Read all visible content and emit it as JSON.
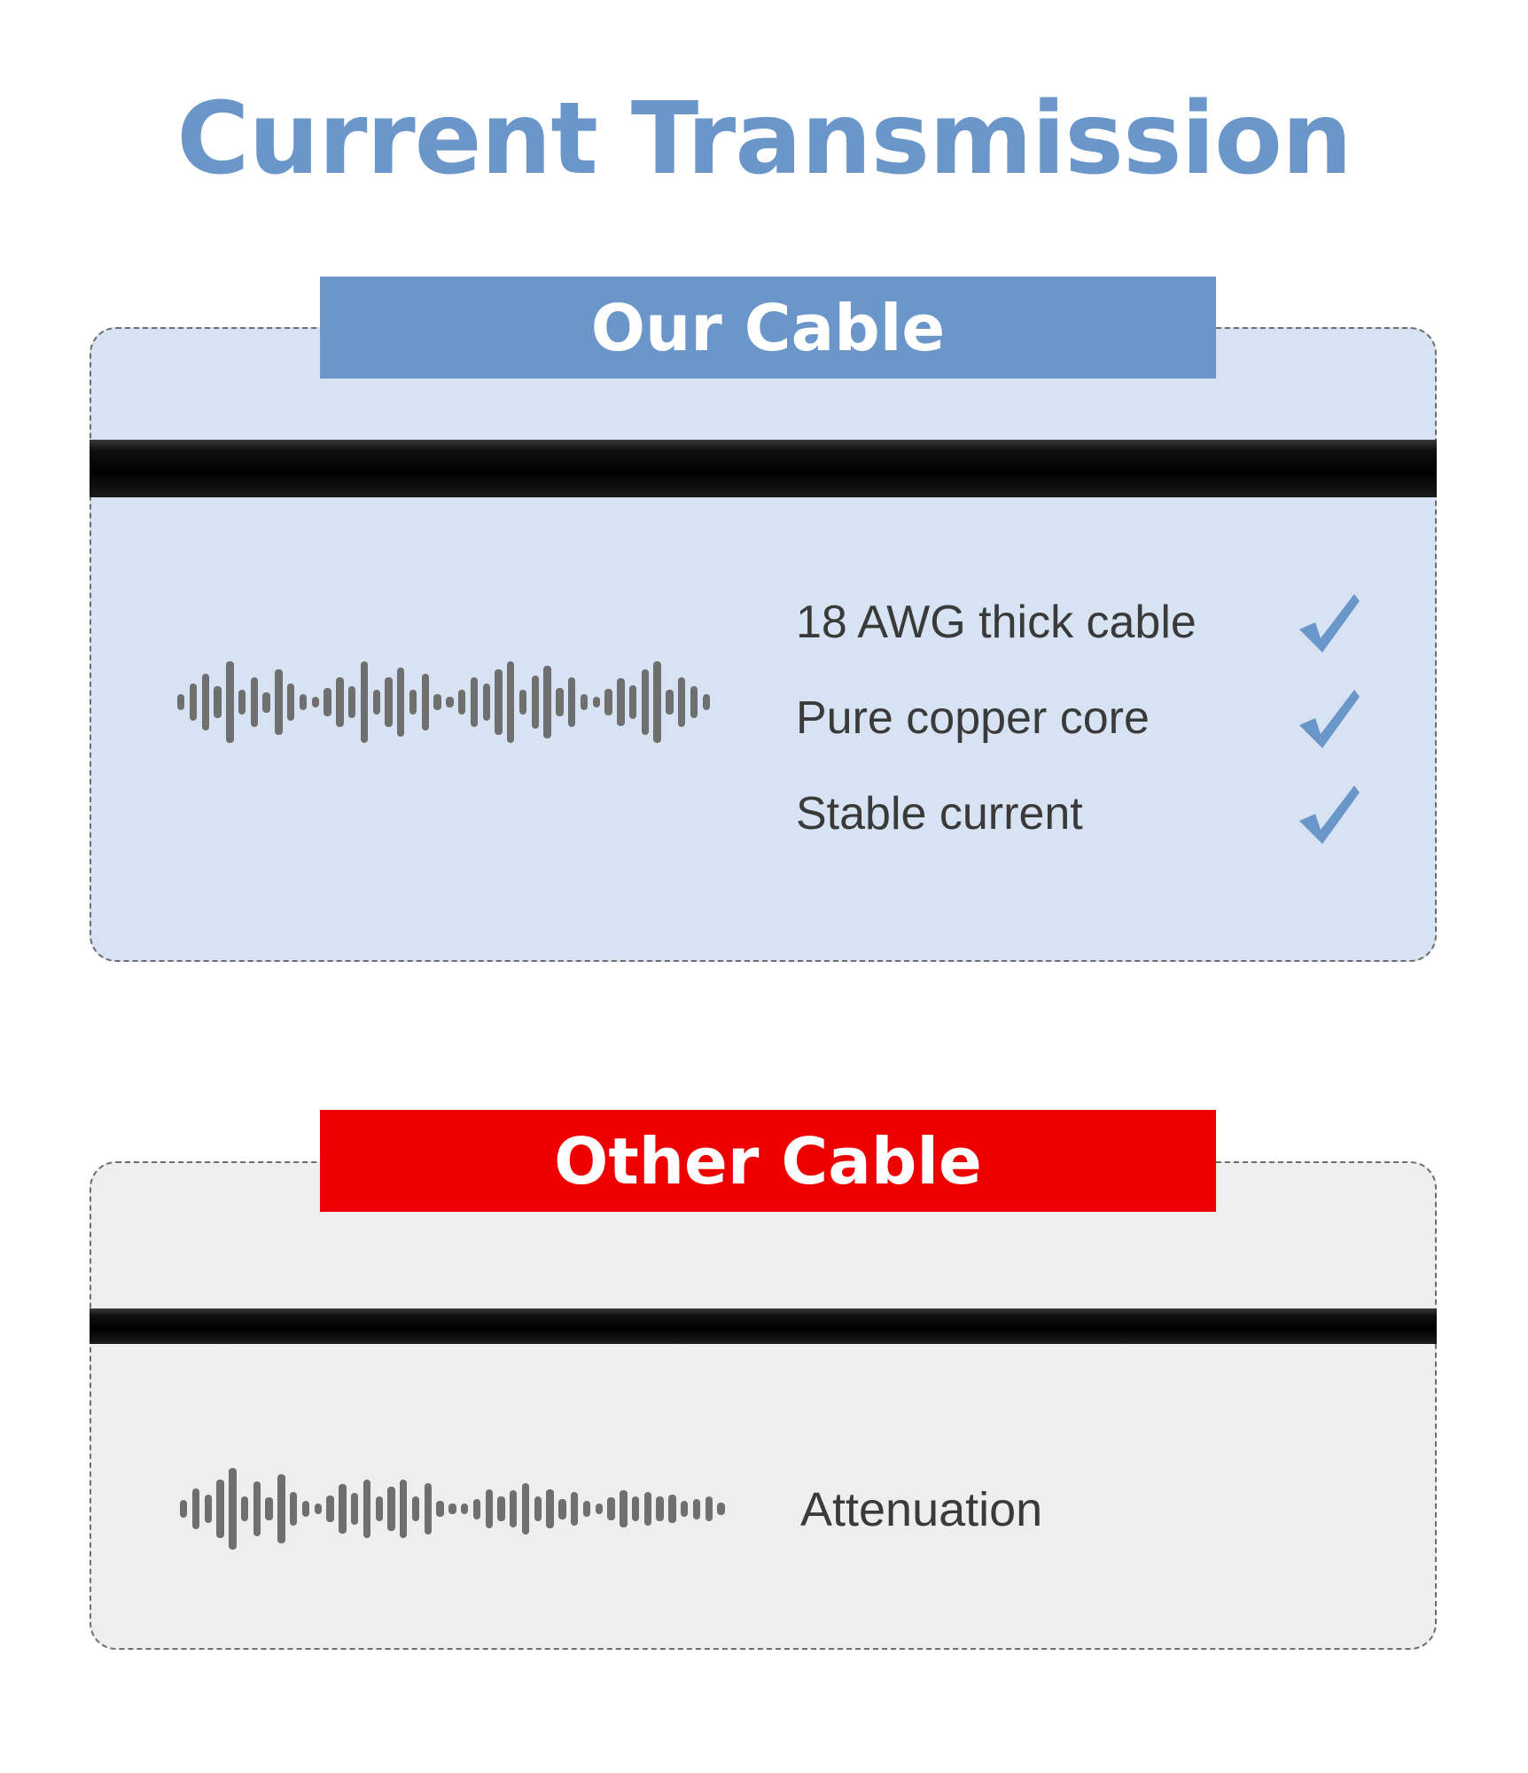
{
  "title": "Current Transmission",
  "colors": {
    "accent_blue": "#6b96c9",
    "accent_red": "#ee0000",
    "panel_blue": "#d7e3f2",
    "panel_grey": "#eeeeee",
    "wave_grey": "#6f6f6f"
  },
  "our_cable": {
    "tab_label": "Our Cable",
    "features": [
      {
        "label": "18 AWG thick cable",
        "icon": "check-icon"
      },
      {
        "label": "Pure copper core",
        "icon": "check-icon"
      },
      {
        "label": "Stable current",
        "icon": "check-icon"
      }
    ],
    "waveform_levels": [
      0.2,
      0.45,
      0.7,
      0.4,
      1,
      0.3,
      0.6,
      0.25,
      0.8,
      0.45,
      0.2,
      0.12,
      0.35,
      0.6,
      0.4,
      1,
      0.3,
      0.6,
      0.85,
      0.3,
      0.7,
      0.2,
      0.12,
      0.3,
      0.6,
      0.45,
      0.8,
      1,
      0.3,
      0.65,
      0.9,
      0.35,
      0.6,
      0.2,
      0.12,
      0.32,
      0.58,
      0.42,
      0.8,
      1,
      0.3,
      0.6,
      0.4,
      0.2
    ]
  },
  "other_cable": {
    "tab_label": "Other Cable",
    "status_label": "Attenuation",
    "waveform_levels": [
      0.22,
      0.5,
      0.35,
      0.72,
      1,
      0.3,
      0.68,
      0.28,
      0.85,
      0.42,
      0.2,
      0.12,
      0.32,
      0.6,
      0.4,
      0.72,
      0.3,
      0.55,
      0.72,
      0.3,
      0.62,
      0.2,
      0.14,
      0.12,
      0.25,
      0.48,
      0.3,
      0.45,
      0.62,
      0.3,
      0.48,
      0.25,
      0.42,
      0.2,
      0.12,
      0.28,
      0.45,
      0.3,
      0.42,
      0.3,
      0.35,
      0.2,
      0.25,
      0.3,
      0.15
    ]
  }
}
